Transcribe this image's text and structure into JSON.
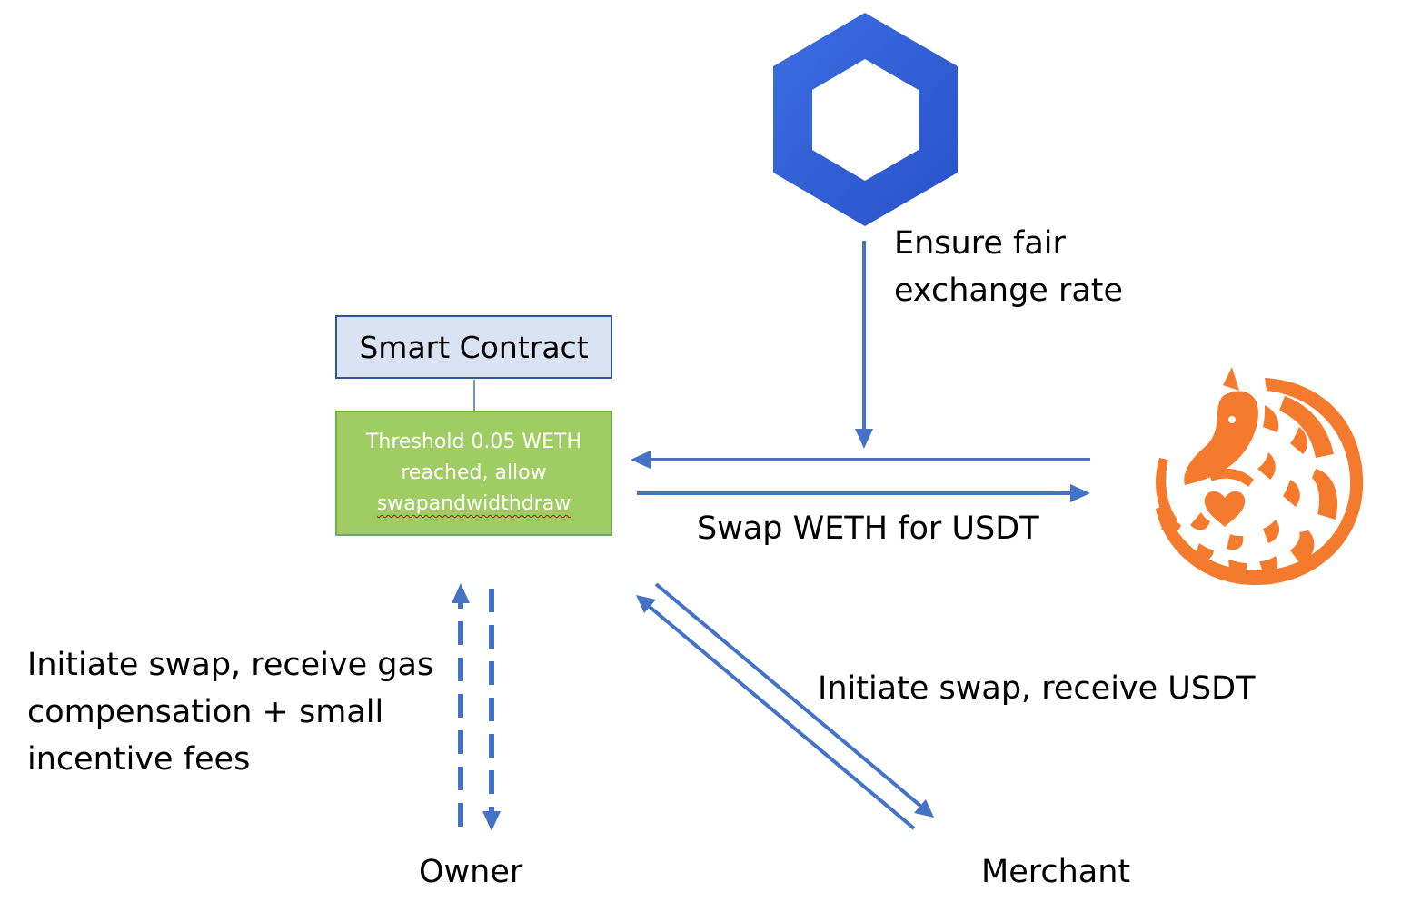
{
  "smart_contract": {
    "title": "Smart Contract",
    "threshold_lines": [
      "Threshold 0.05 WETH",
      "reached, allow",
      "swapandwidthdraw"
    ]
  },
  "oracle": {
    "icon": "chainlink-hexagon-icon",
    "label_lines": [
      "Ensure fair",
      "exchange rate"
    ]
  },
  "dex": {
    "icon": "pangolin-logo",
    "swap_label": "Swap WETH for USDT"
  },
  "owner": {
    "name": "Owner",
    "label_lines": [
      "Initiate swap, receive gas",
      "compensation + small",
      "incentive fees"
    ]
  },
  "merchant": {
    "name": "Merchant",
    "label": "Initiate swap, receive USDT"
  },
  "colors": {
    "arrow": "#4472c4",
    "chainlink": "#2a5ada",
    "pangolin": "#f47b2e",
    "title_box_fill": "#dae3f3",
    "title_box_border": "#2f5597",
    "threshold_box_fill": "#a0cd63",
    "threshold_box_border": "#70ad47"
  }
}
